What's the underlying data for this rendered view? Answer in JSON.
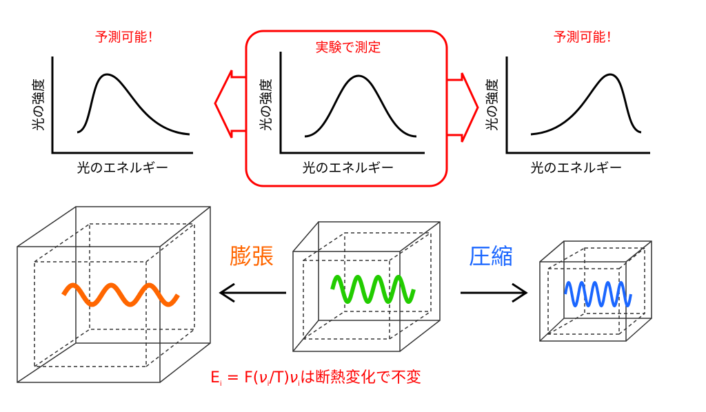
{
  "top": {
    "left_caption": "予測可能！",
    "center_caption": "実験で測定",
    "right_caption": "予測可能！",
    "y_label": "光の強度",
    "x_label": "光のエネルギー"
  },
  "bottom": {
    "expansion_label": "膨張",
    "compression_label": "圧縮",
    "formula": {
      "E": "E",
      "sub": "i",
      "eq": " = F(",
      "nu": "ν",
      "slashT": "/T)",
      "rest": "は断熱変化で不変"
    }
  },
  "colors": {
    "red": "#ff0000",
    "orange": "#ff6600",
    "green": "#22cc00",
    "blue": "#1a66ff"
  }
}
